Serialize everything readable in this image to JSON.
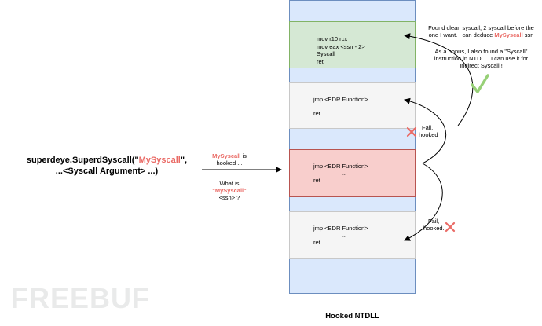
{
  "main_call": {
    "line1_prefix": "superdeye.SuperdSyscall(\"",
    "line1_highlight": "MySyscall",
    "line1_suffix": "\",",
    "line2": "...<Syscall Argument> ...)"
  },
  "hooked_note": {
    "highlight": "MySyscall",
    "suffix": " is",
    "line2": "hooked ..."
  },
  "question": {
    "line1": "What is",
    "highlight": "\"MySyscall\"",
    "line3": "<ssn> ?"
  },
  "ntdll": {
    "label": "Hooked NTDLL",
    "clean_block": [
      "mov r10 rcx",
      "mov eax <ssn - 2>",
      "Syscall",
      "ret"
    ],
    "hooked_block_1": {
      "jmp": "jmp <EDR Function>",
      "dots": "...",
      "ret": "ret"
    },
    "hooked_block_2": {
      "jmp": "jmp <EDR Function>",
      "dots": "...",
      "ret": "ret"
    },
    "hooked_block_3": {
      "jmp": "jmp <EDR Function>",
      "dots": "...",
      "ret": "ret"
    }
  },
  "found_note": {
    "line1": "Found clean syscall, 2 syscall before the",
    "line2_prefix": "one I want. I can deduce ",
    "line2_highlight": "MySyscall",
    "line2_suffix": " ssn"
  },
  "bonus_note": {
    "line1": "As a bonus, I also found a \"Syscall\"",
    "line2": "instruction in NTDLL. I can use it for",
    "line3": "Indirect Syscall !"
  },
  "fail_1": {
    "line1": "Fail,",
    "line2": "hooked"
  },
  "fail_2": {
    "line1": "Fail,",
    "line2": "hooked."
  },
  "watermark": "FREEBUF",
  "colors": {
    "pink": "#ea6b66",
    "red_x": "#ea6b66",
    "check": "#97d077"
  }
}
